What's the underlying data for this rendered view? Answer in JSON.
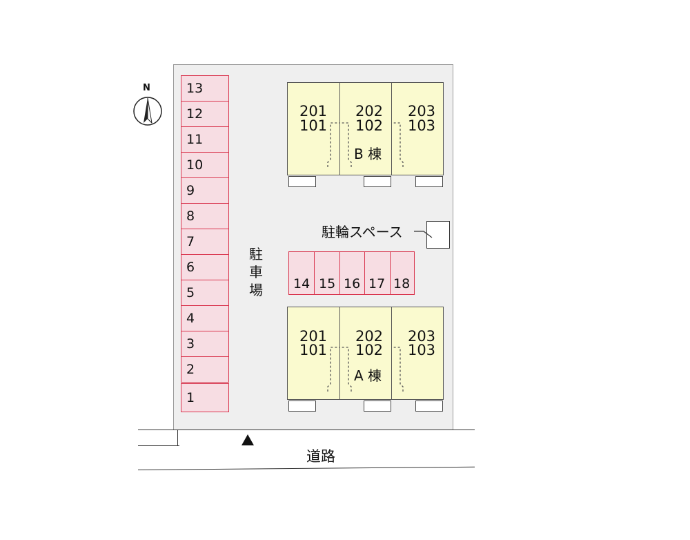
{
  "compass": {
    "north_label": "N"
  },
  "parking_label": [
    "駐",
    "車",
    "場"
  ],
  "left_stalls": [
    "13",
    "12",
    "11",
    "10",
    "9",
    "8",
    "7",
    "6",
    "5",
    "4",
    "3",
    "2",
    "1"
  ],
  "middle_stalls": [
    "14",
    "15",
    "16",
    "17",
    "18"
  ],
  "bicycle_label": "駐輪スペース",
  "road_label": "道路",
  "buildings": [
    {
      "name": "B 棟",
      "units": [
        {
          "upper": "201",
          "lower": "101"
        },
        {
          "upper": "202",
          "lower": "102"
        },
        {
          "upper": "203",
          "lower": "103"
        }
      ]
    },
    {
      "name": "A 棟",
      "units": [
        {
          "upper": "201",
          "lower": "101"
        },
        {
          "upper": "202",
          "lower": "102"
        },
        {
          "upper": "203",
          "lower": "103"
        }
      ]
    }
  ]
}
